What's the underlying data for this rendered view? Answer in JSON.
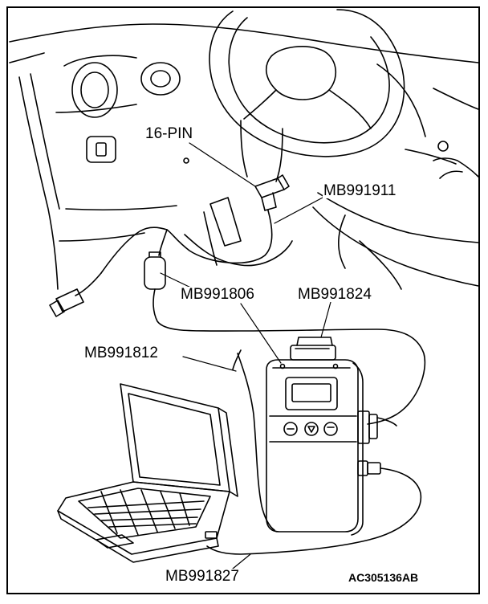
{
  "labels": {
    "pin": "16-PIN",
    "mb991911": "MB991911",
    "mb991806": "MB991806",
    "mb991824": "MB991824",
    "mb991812": "MB991812",
    "mb991827": "MB991827"
  },
  "figure_code": "AC305136AB"
}
